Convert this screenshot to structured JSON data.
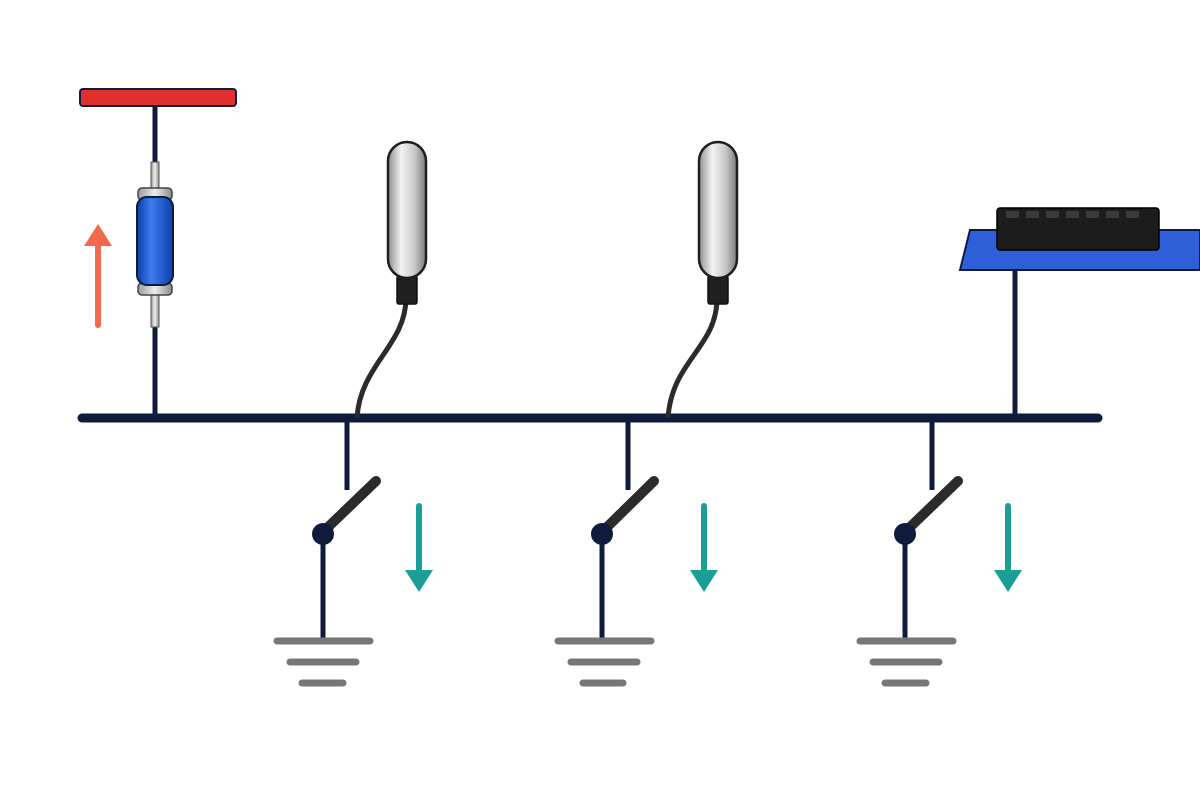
{
  "colors": {
    "background": "#ffffff",
    "wire": "#0f1b3d",
    "supply_bar": "#e0302e",
    "up_arrow": "#f26a4b",
    "down_arrow": "#1a9e96",
    "capacitor_body": "#1f5ed8",
    "sensor_probe": "#c8c8c8",
    "cable": "#2b2b2b",
    "board": "#2f5fd8",
    "connector": "#1c1c1c",
    "ground": "#777777"
  },
  "components": {
    "supply": "supply-bar",
    "capacitor": "inline-capacitor",
    "sensors": [
      "probe-sensor",
      "probe-sensor"
    ],
    "board": "circuit-board-with-header",
    "switches": [
      "switch",
      "switch",
      "switch"
    ],
    "grounds": [
      "ground",
      "ground",
      "ground"
    ],
    "arrows": {
      "up": "arrow-up-icon",
      "down": [
        "arrow-down-icon",
        "arrow-down-icon",
        "arrow-down-icon"
      ]
    }
  }
}
